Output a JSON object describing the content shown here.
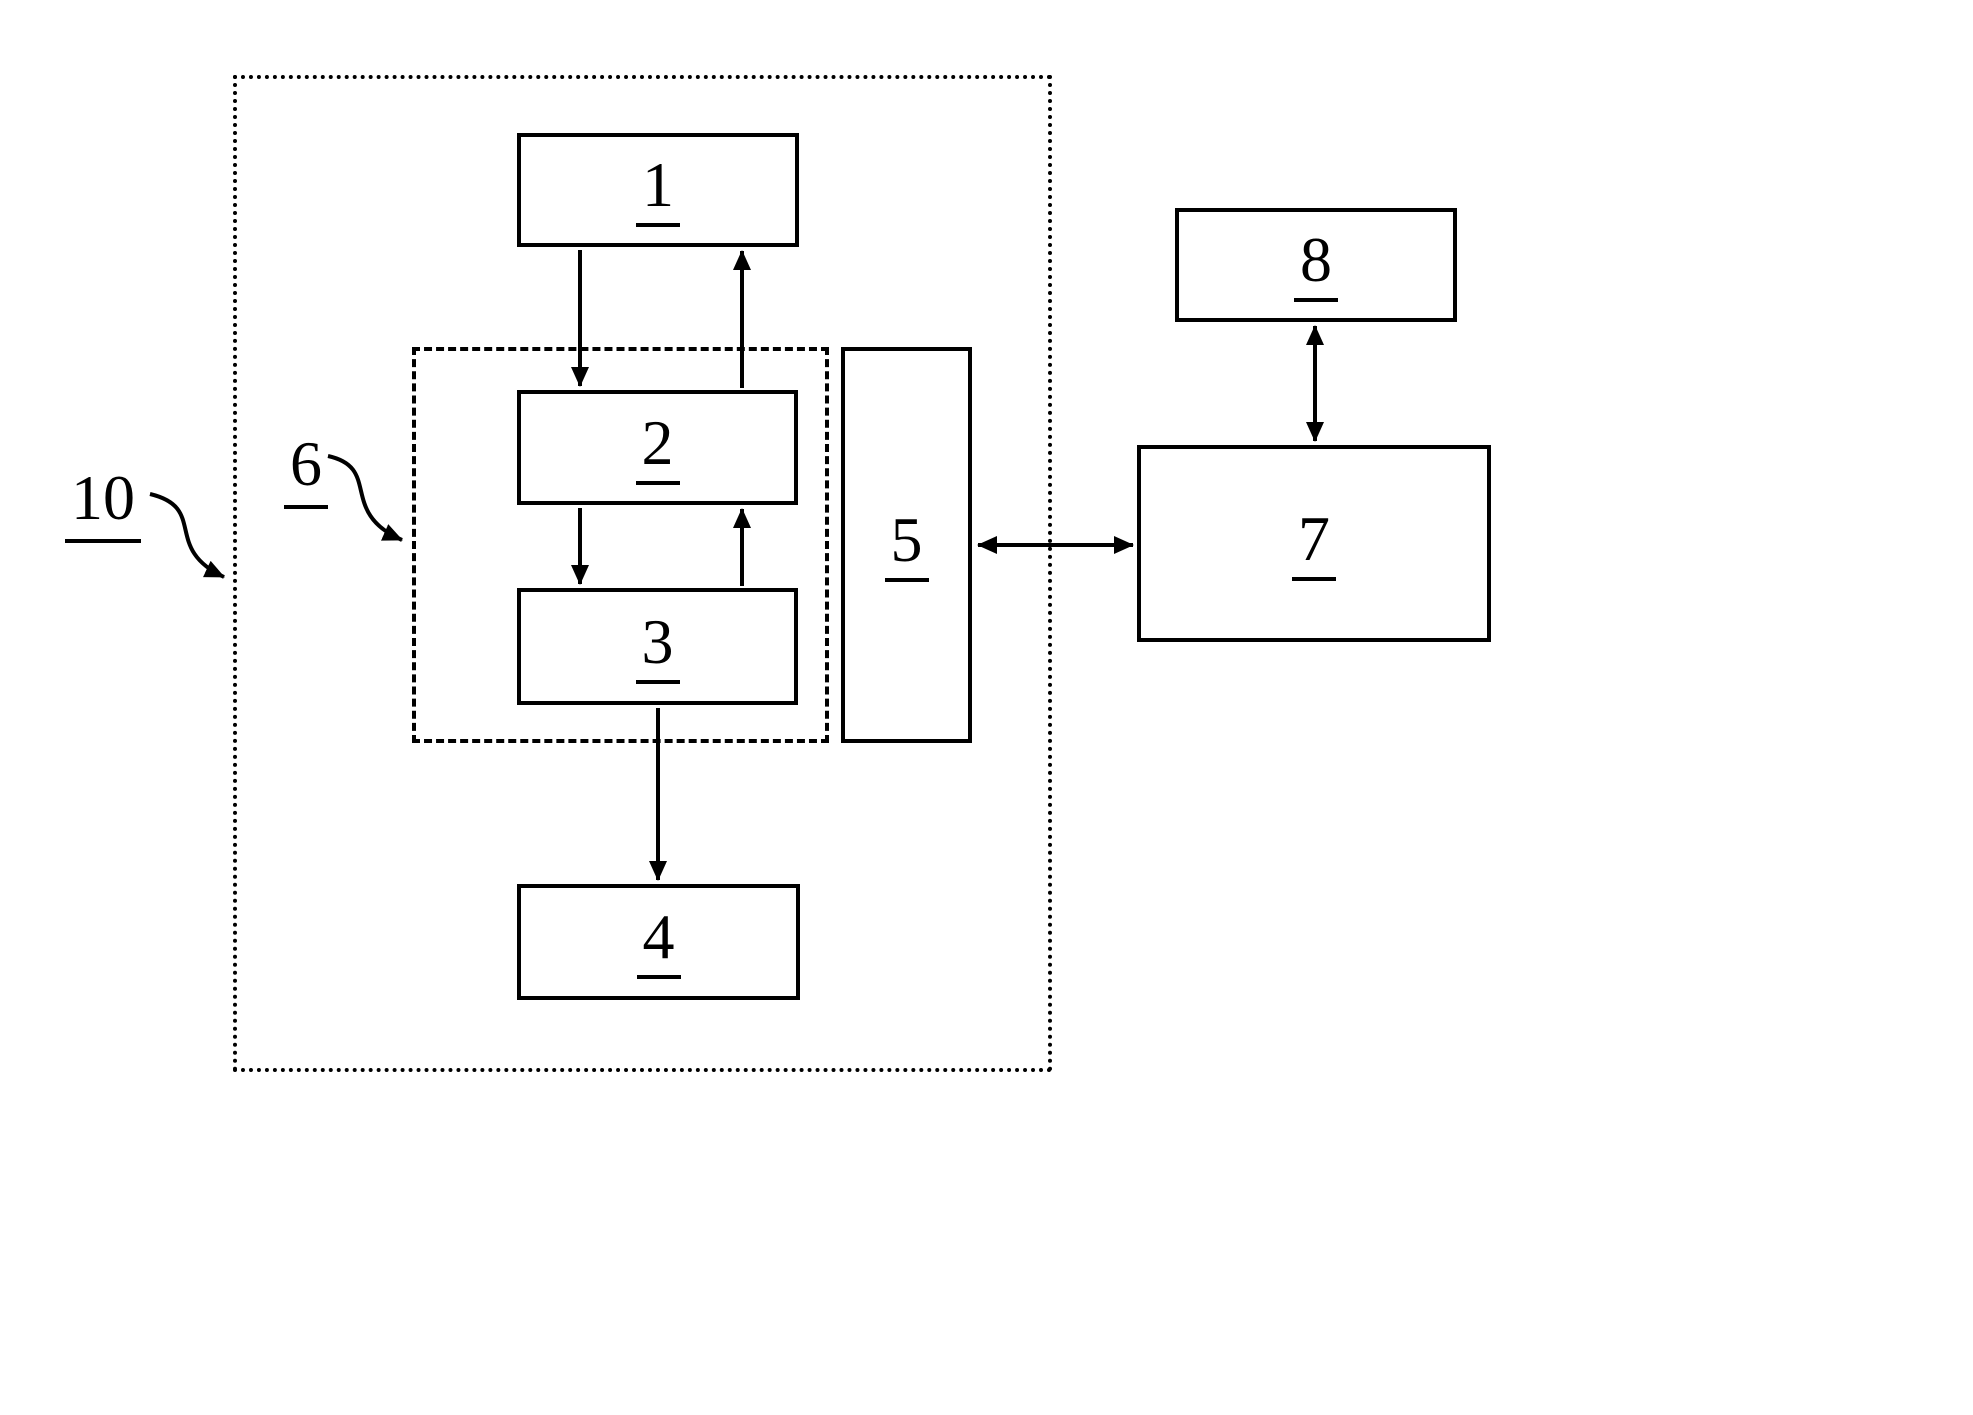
{
  "figure": {
    "background_color": "#ffffff",
    "line_color": "#000000",
    "labels": {
      "block1": "1",
      "block2": "2",
      "block3": "3",
      "block4": "4",
      "block5": "5",
      "block7": "7",
      "block8": "8",
      "dashed_group": "6",
      "outer_group": "10"
    }
  }
}
